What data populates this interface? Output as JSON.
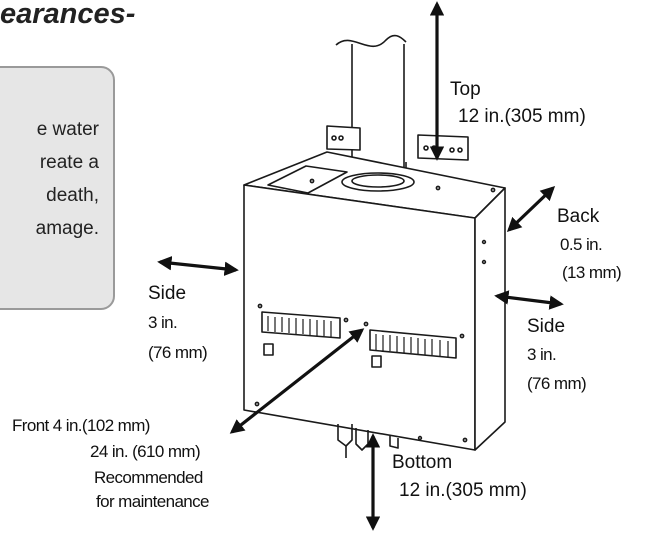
{
  "heading": {
    "fragment": "earances-"
  },
  "warning_box": {
    "lines": [
      "e water",
      "reate a",
      "death,",
      "amage."
    ]
  },
  "clearances": {
    "top": {
      "name": "Top",
      "value": "12 in.(305 mm)"
    },
    "back": {
      "name": "Back",
      "value_in": "0.5 in.",
      "value_mm": "(13 mm)"
    },
    "side_left": {
      "name": "Side",
      "value_in": "3 in.",
      "value_mm": "(76 mm)"
    },
    "side_right": {
      "name": "Side",
      "value_in": "3 in.",
      "value_mm": "(76 mm)"
    },
    "front": {
      "line1": "Front 4 in.(102 mm)",
      "line2": "24 in. (610 mm)",
      "line3": "Recommended",
      "line4": "for maintenance"
    },
    "bottom": {
      "name": "Bottom",
      "value": "12 in.(305 mm)"
    }
  },
  "colors": {
    "line": "#1a1a1a",
    "box_fill": "#e6e6e6",
    "box_border": "#9a9a9a"
  }
}
